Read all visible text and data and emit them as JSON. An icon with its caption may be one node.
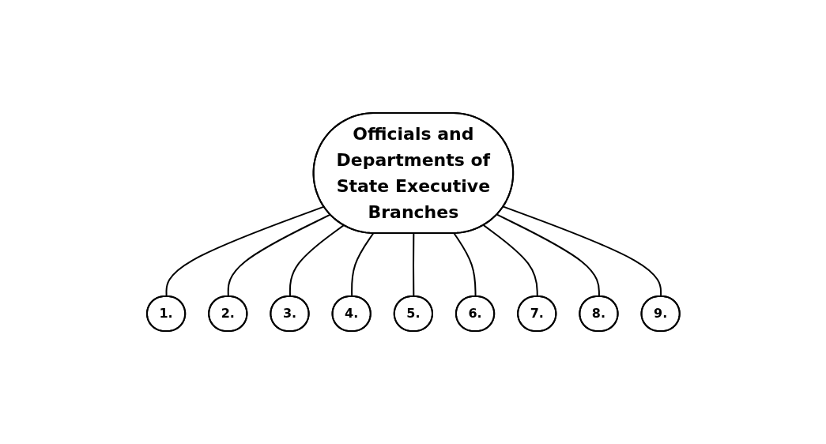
{
  "diagram": {
    "nodes": [
      {
        "text": [
          "Officials and Departments of State Executive Branches"
        ]
      },
      {
        "text": [
          "1."
        ]
      },
      {
        "text": [
          "2."
        ]
      },
      {
        "text": [
          "3."
        ]
      },
      {
        "text": [
          "4."
        ]
      },
      {
        "text": [
          "5."
        ]
      },
      {
        "text": [
          "6."
        ]
      },
      {
        "text": [
          "7."
        ]
      },
      {
        "text": [
          "8."
        ]
      },
      {
        "text": [
          "9."
        ]
      }
    ],
    "edges": [
      {
        "from": 0,
        "to": 1,
        "arrow": "none"
      },
      {
        "from": 0,
        "to": 2,
        "arrow": "none"
      },
      {
        "from": 0,
        "to": 3,
        "arrow": "none"
      },
      {
        "from": 0,
        "to": 4,
        "arrow": "none"
      },
      {
        "from": 0,
        "to": 5,
        "arrow": "none"
      },
      {
        "from": 0,
        "to": 6,
        "arrow": "none"
      },
      {
        "from": 0,
        "to": 7,
        "arrow": "none"
      },
      {
        "from": 0,
        "to": 8,
        "arrow": "none"
      },
      {
        "from": 0,
        "to": 9,
        "arrow": "none"
      }
    ]
  }
}
